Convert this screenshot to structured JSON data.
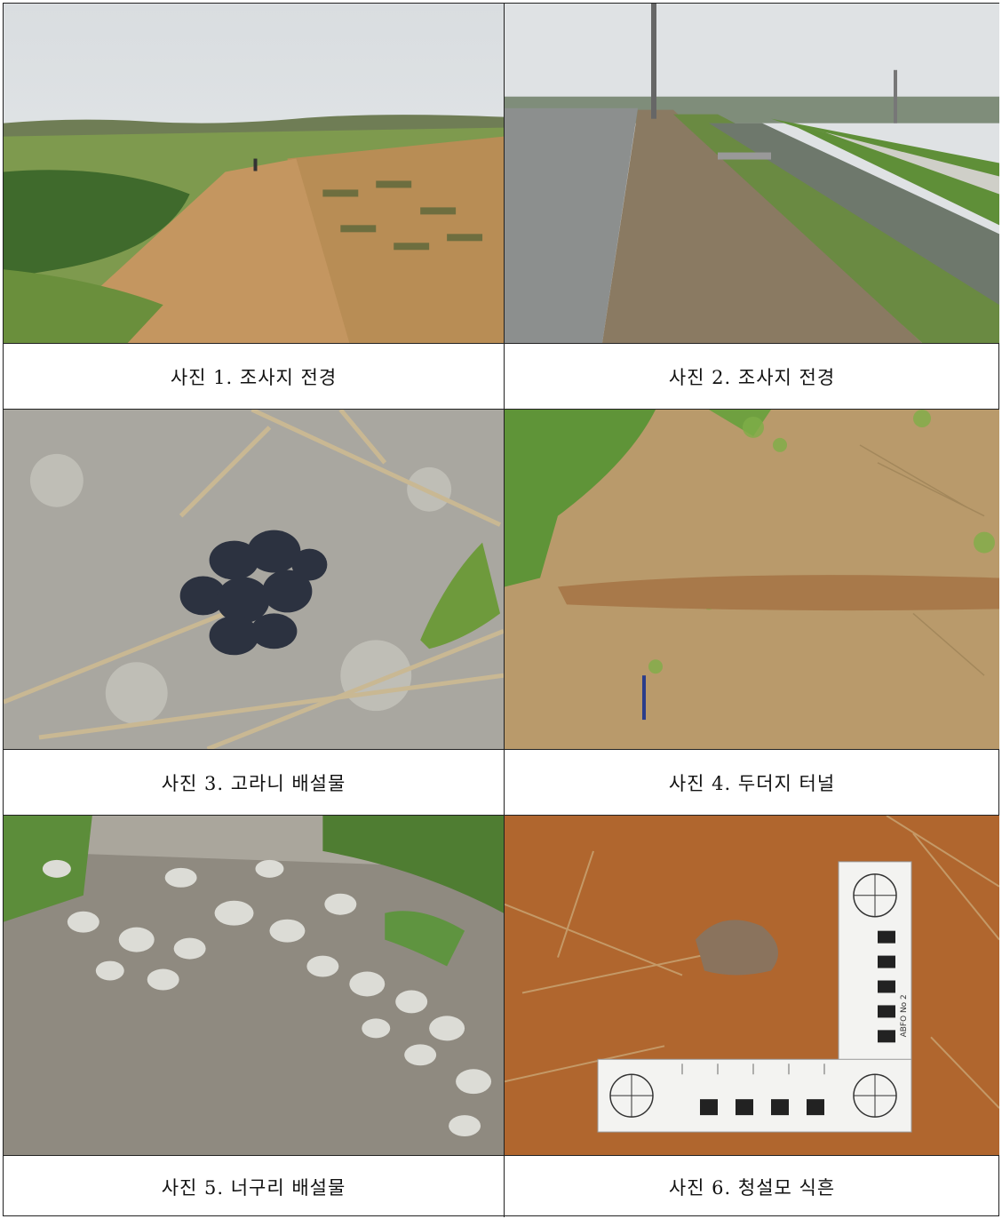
{
  "photos": [
    {
      "caption": "사진 1. 조사지 전경"
    },
    {
      "caption": "사진 2. 조사지 전경"
    },
    {
      "caption": "사진 3. 고라니 배설물"
    },
    {
      "caption": "사진 4. 두더지 터널"
    },
    {
      "caption": "사진 5. 너구리 배설물"
    },
    {
      "caption": "사진 6. 청설모 식흔"
    }
  ],
  "scale_label": "ABFO No 2"
}
